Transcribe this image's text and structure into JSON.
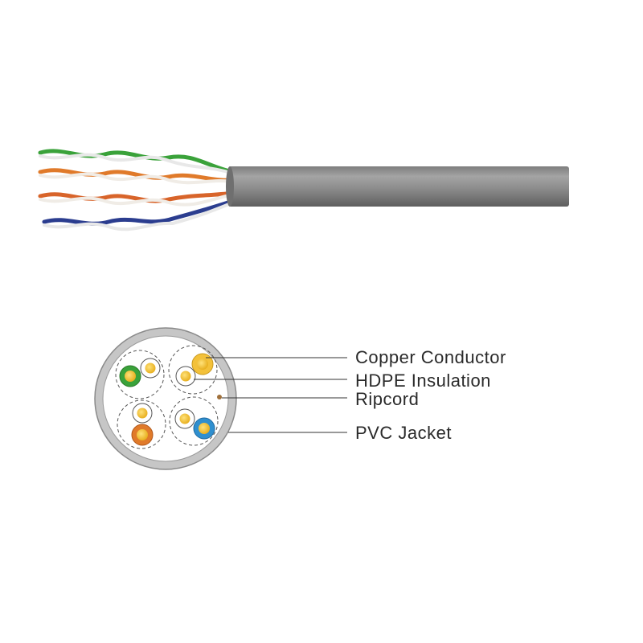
{
  "labels": {
    "copper_conductor": "Copper Conductor",
    "hdpe_insulation": "HDPE Insulation",
    "ripcord": "Ripcord",
    "pvc_jacket": "PVC Jacket"
  },
  "colors": {
    "jacket": "#8f8f8f",
    "jacket_ring": "#bdbdbd",
    "copper": "#f3c13a",
    "pair_green": "#3aa23a",
    "pair_orange": "#e07a2a",
    "pair_blue": "#2f8fcf",
    "pair_brown_dot": "#a0703a",
    "blue_wire": "#2b3d8f"
  }
}
